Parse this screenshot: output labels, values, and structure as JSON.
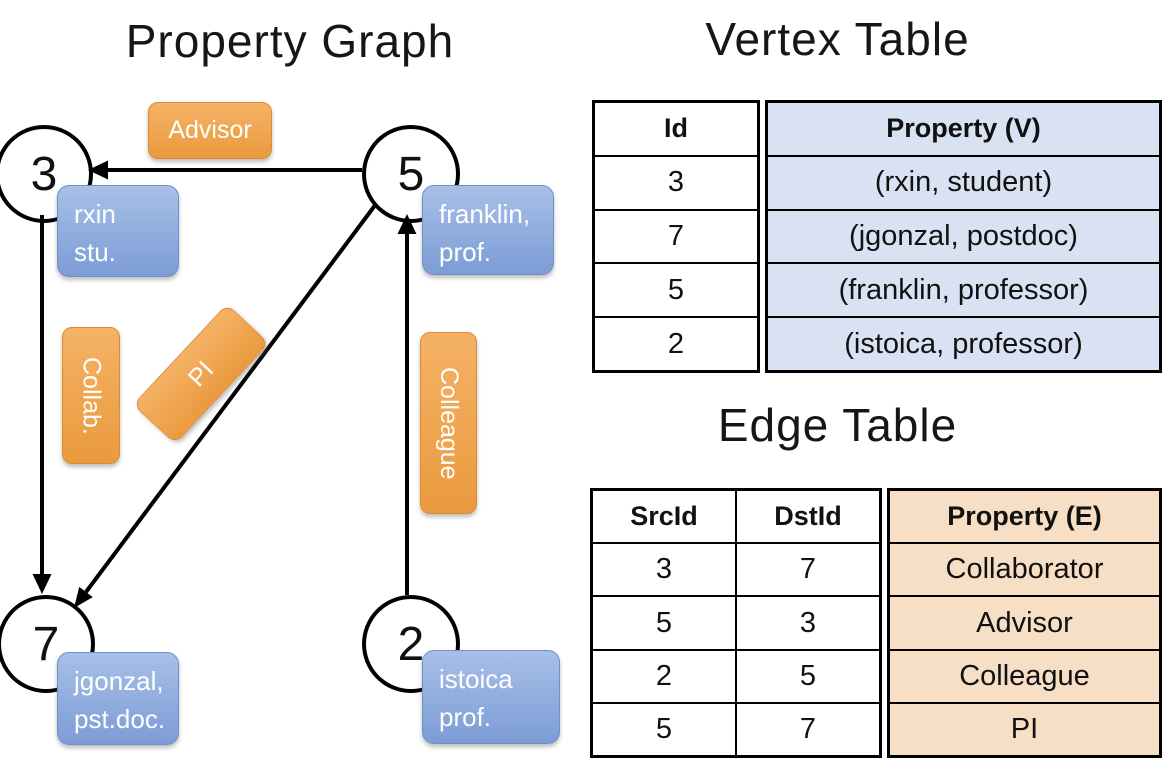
{
  "graph": {
    "title": "Property Graph",
    "nodes": [
      {
        "id": "3"
      },
      {
        "id": "5"
      },
      {
        "id": "7"
      },
      {
        "id": "2"
      }
    ],
    "vertex_labels": [
      {
        "line1": "rxin",
        "line2": "stu."
      },
      {
        "line1": "franklin,",
        "line2": "prof."
      },
      {
        "line1": "jgonzal,",
        "line2": "pst.doc."
      },
      {
        "line1": "istoica",
        "line2": "prof."
      }
    ],
    "edge_labels": [
      {
        "text": "Advisor"
      },
      {
        "text": "Collab."
      },
      {
        "text": "PI"
      },
      {
        "text": "Colleague"
      }
    ]
  },
  "vertex_table": {
    "title": "Vertex Table",
    "headers": {
      "id": "Id",
      "property": "Property (V)"
    },
    "rows": [
      {
        "id": "3",
        "property": "(rxin, student)"
      },
      {
        "id": "7",
        "property": "(jgonzal, postdoc)"
      },
      {
        "id": "5",
        "property": "(franklin, professor)"
      },
      {
        "id": "2",
        "property": "(istoica, professor)"
      }
    ]
  },
  "edge_table": {
    "title": "Edge Table",
    "headers": {
      "src": "SrcId",
      "dst": "DstId",
      "property": "Property (E)"
    },
    "rows": [
      {
        "src": "3",
        "dst": "7",
        "property": "Collaborator"
      },
      {
        "src": "5",
        "dst": "3",
        "property": "Advisor"
      },
      {
        "src": "2",
        "dst": "5",
        "property": "Colleague"
      },
      {
        "src": "5",
        "dst": "7",
        "property": "PI"
      }
    ]
  },
  "colors": {
    "edge_label_orange_top": "#F5B266",
    "edge_label_orange_bottom": "#EA9A3E",
    "vertex_box_blue_top": "#A8C0E8",
    "vertex_box_blue_bottom": "#7C9CD5",
    "vertex_table_property_fill": "#D9E2F3",
    "edge_table_property_fill": "#F6DFC4",
    "line_black": "#000000"
  }
}
